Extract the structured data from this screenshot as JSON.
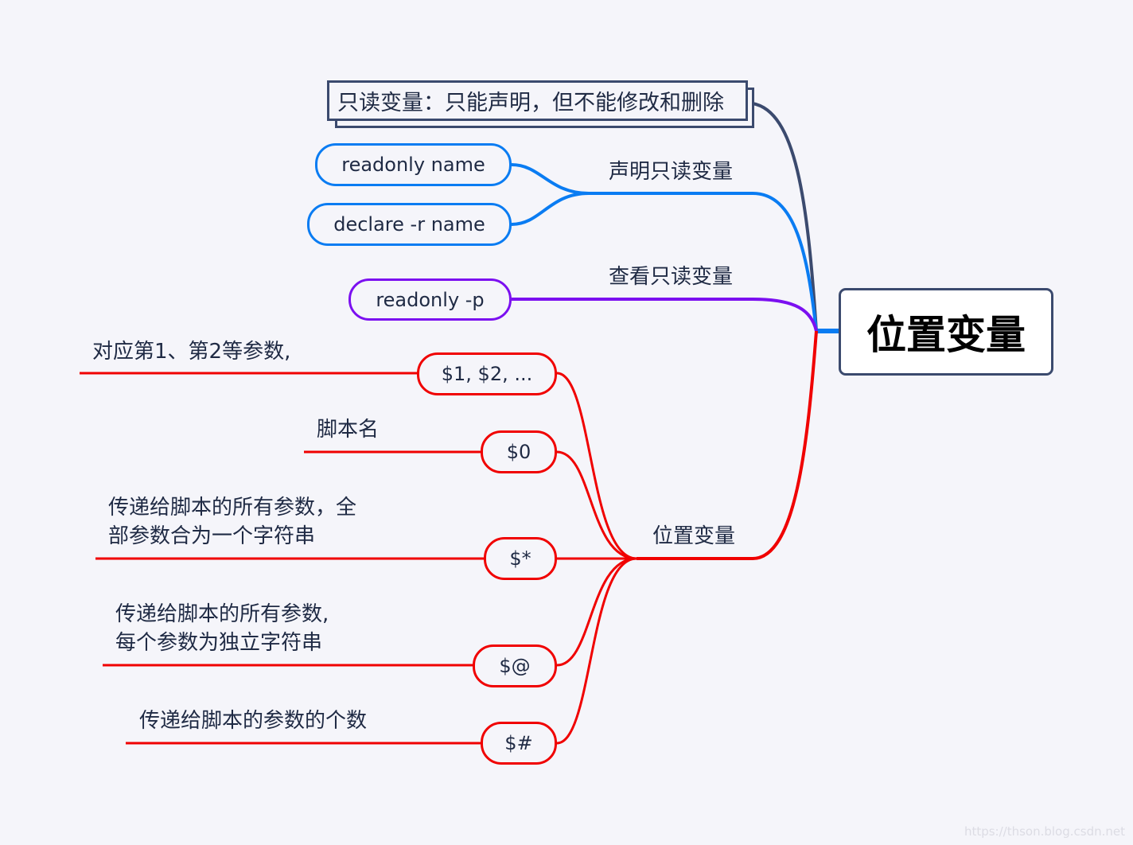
{
  "root": {
    "label": "位置变量"
  },
  "colors": {
    "navy": "#3b4a6e",
    "blue": "#0a7cf2",
    "purple": "#7b0ff0",
    "red": "#f00000"
  },
  "branches": {
    "note": {
      "text": "只读变量：只能声明，但不能修改和删除"
    },
    "declare": {
      "label": "声明只读变量",
      "children": [
        "readonly name",
        "declare -r name"
      ]
    },
    "view": {
      "label": "查看只读变量",
      "children": [
        "readonly -p"
      ]
    },
    "positional": {
      "label": "位置变量",
      "children": [
        {
          "name": "$1, $2, ...",
          "desc": "对应第1、第2等参数,"
        },
        {
          "name": "$0",
          "desc": "脚本名"
        },
        {
          "name": "$*",
          "desc_lines": [
            "传递给脚本的所有参数，全",
            "部参数合为一个字符串"
          ]
        },
        {
          "name": "$@",
          "desc_lines": [
            "传递给脚本的所有参数,",
            "每个参数为独立字符串"
          ]
        },
        {
          "name": "$#",
          "desc": "传递给脚本的参数的个数"
        }
      ]
    }
  },
  "watermark": "https://thson.blog.csdn.net"
}
